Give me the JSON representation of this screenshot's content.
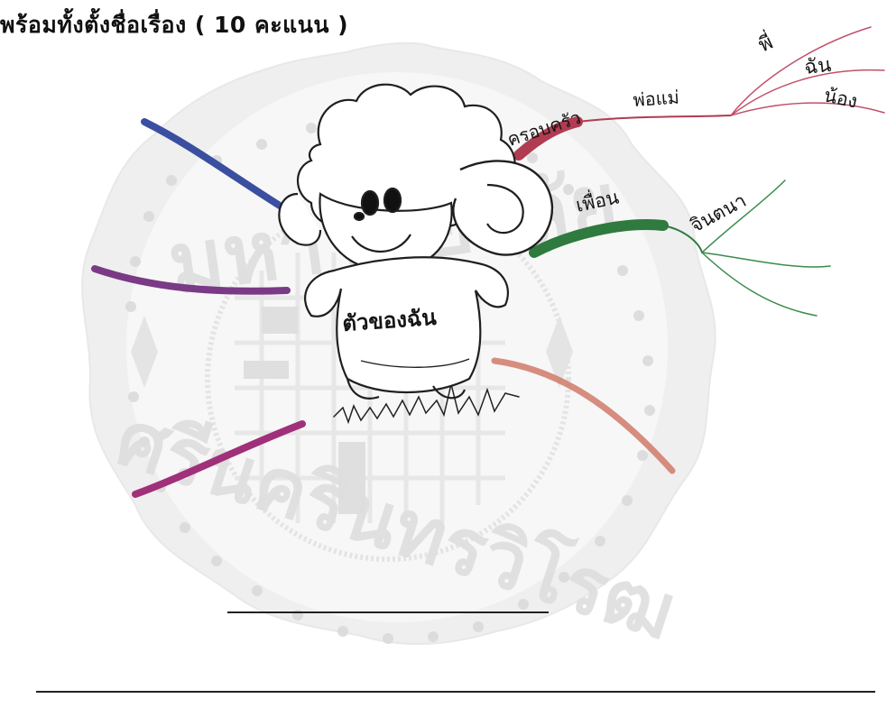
{
  "instruction": "พร้อมทั้งตั้งชื่อเรื่อง ( 10 คะแนน )",
  "center_label": "ตัวของฉัน",
  "branches": {
    "family": "ครอบครัว",
    "parents": "พ่อแม่",
    "older_sibling": "พี่",
    "me": "ฉัน",
    "younger_sibling": "น้อง",
    "friends": "เพื่อน",
    "jintana": "จินตนา"
  },
  "watermark": {
    "top_text": "มหาวิทยาลัย",
    "bottom_text": "ศรีนครินทรวิโรฒ"
  },
  "colors": {
    "family_branch": "#b03c52",
    "friends_branch": "#2f7a3e",
    "blue_branch": "#3b4fa0",
    "purple_branch": "#7a3a86",
    "magenta_branch": "#a0307a",
    "salmon_branch": "#d07a6a",
    "watermark": "#c9c9c9"
  }
}
